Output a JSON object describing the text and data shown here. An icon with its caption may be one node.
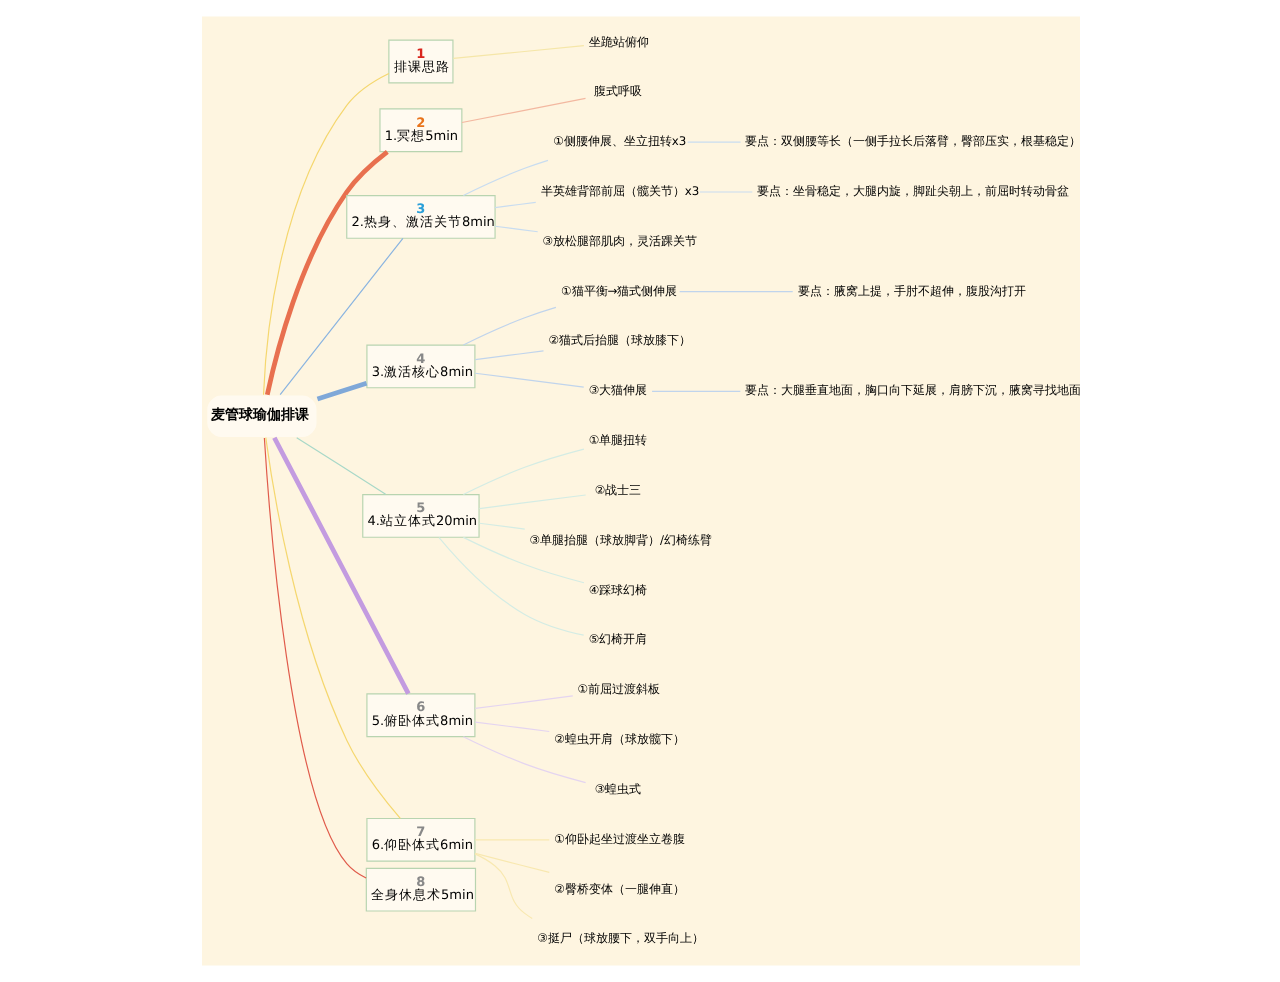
{
  "diagram": {
    "nodes": [
      {
        "text": [
          "麦管球瑜伽排课"
        ]
      },
      {
        "text": [
          "1",
          "排课思路"
        ]
      },
      {
        "text": [
          "坐跪站俯仰"
        ]
      },
      {
        "text": [
          "2",
          "1.冥想5min"
        ]
      },
      {
        "text": [
          "腹式呼吸"
        ]
      },
      {
        "text": [
          "3",
          "2.热身、激活关节8min"
        ]
      },
      {
        "text": [
          "①侧腰伸展、坐立扭转x3"
        ]
      },
      {
        "text": [
          "要点：双侧腰等长（一侧手拉长后落臂，臀部压实，根基稳定）"
        ]
      },
      {
        "text": [
          "半英雄背部前屈（髋关节）x3"
        ]
      },
      {
        "text": [
          "要点：坐骨稳定，大腿内旋，脚趾尖朝上，前屈时转动骨盆"
        ]
      },
      {
        "text": [
          "③放松腿部肌肉，灵活踝关节"
        ]
      },
      {
        "text": [
          "4",
          "3.激活核心8min"
        ]
      },
      {
        "text": [
          "①猫平衡→猫式侧伸展"
        ]
      },
      {
        "text": [
          "要点：腋窝上提，手肘不超伸，腹股沟打开"
        ]
      },
      {
        "text": [
          "②猫式后抬腿（球放膝下）"
        ]
      },
      {
        "text": [
          "③大猫伸展"
        ]
      },
      {
        "text": [
          "要点：大腿垂直地面，胸口向下延展，肩膀下沉，腋窝寻找地面"
        ]
      },
      {
        "text": [
          "5",
          "4.站立体式20min"
        ]
      },
      {
        "text": [
          "①单腿扭转"
        ]
      },
      {
        "text": [
          "②战士三"
        ]
      },
      {
        "text": [
          "③单腿抬腿（球放脚背）/幻椅练臂"
        ]
      },
      {
        "text": [
          "④踩球幻椅"
        ]
      },
      {
        "text": [
          "⑤幻椅开肩"
        ]
      },
      {
        "text": [
          "6",
          "5.俯卧体式8min"
        ]
      },
      {
        "text": [
          "①前屈过渡斜板"
        ]
      },
      {
        "text": [
          "②蝗虫开肩（球放髋下）"
        ]
      },
      {
        "text": [
          "③蝗虫式"
        ]
      },
      {
        "text": [
          "7",
          "6.仰卧体式6min"
        ]
      },
      {
        "text": [
          "①仰卧起坐过渡坐立卷腹"
        ]
      },
      {
        "text": [
          "②臀桥变体（一腿伸直）"
        ]
      },
      {
        "text": [
          "③挺尸（球放腰下，双手向上）"
        ]
      },
      {
        "text": [
          "8",
          "全身休息术5min"
        ]
      }
    ],
    "edges": [
      {
        "from": 0,
        "to": 1,
        "arrow": "none",
        "color": "#f5d76e"
      },
      {
        "from": 1,
        "to": 2,
        "arrow": "none",
        "color": "#f5e6a8"
      },
      {
        "from": 0,
        "to": 3,
        "arrow": "none",
        "style": "thick",
        "color": "#e8704f"
      },
      {
        "from": 3,
        "to": 4,
        "arrow": "none",
        "color": "#f3b8a0"
      },
      {
        "from": 0,
        "to": 5,
        "arrow": "none",
        "color": "#8ab4e0"
      },
      {
        "from": 5,
        "to": 6,
        "arrow": "none",
        "color": "#c8dcf0"
      },
      {
        "from": 6,
        "to": 7,
        "arrow": "none",
        "color": "#c8dcf0"
      },
      {
        "from": 5,
        "to": 8,
        "arrow": "none",
        "color": "#c8dcf0"
      },
      {
        "from": 8,
        "to": 9,
        "arrow": "none",
        "color": "#c8dcf0"
      },
      {
        "from": 5,
        "to": 10,
        "arrow": "none",
        "color": "#c8dcf0"
      },
      {
        "from": 0,
        "to": 11,
        "arrow": "none",
        "style": "thick",
        "color": "#7fa8d8"
      },
      {
        "from": 11,
        "to": 12,
        "arrow": "none",
        "color": "#c0d4ec"
      },
      {
        "from": 12,
        "to": 13,
        "arrow": "none",
        "color": "#c0d4ec"
      },
      {
        "from": 11,
        "to": 14,
        "arrow": "none",
        "color": "#c0d4ec"
      },
      {
        "from": 11,
        "to": 15,
        "arrow": "none",
        "color": "#c0d4ec"
      },
      {
        "from": 15,
        "to": 16,
        "arrow": "none",
        "color": "#c0d4ec"
      },
      {
        "from": 0,
        "to": 17,
        "arrow": "none",
        "color": "#a8d8c8"
      },
      {
        "from": 17,
        "to": 18,
        "arrow": "none",
        "color": "#d4ece4"
      },
      {
        "from": 17,
        "to": 19,
        "arrow": "none",
        "color": "#d4ece4"
      },
      {
        "from": 17,
        "to": 20,
        "arrow": "none",
        "color": "#d4ece4"
      },
      {
        "from": 17,
        "to": 21,
        "arrow": "none",
        "color": "#d4ece4"
      },
      {
        "from": 17,
        "to": 22,
        "arrow": "none",
        "color": "#d4ece4"
      },
      {
        "from": 0,
        "to": 23,
        "arrow": "none",
        "style": "thick",
        "color": "#c39be0"
      },
      {
        "from": 23,
        "to": 24,
        "arrow": "none",
        "color": "#e4d4f0"
      },
      {
        "from": 23,
        "to": 25,
        "arrow": "none",
        "color": "#e4d4f0"
      },
      {
        "from": 23,
        "to": 26,
        "arrow": "none",
        "color": "#e4d4f0"
      },
      {
        "from": 0,
        "to": 27,
        "arrow": "none",
        "color": "#f5d76e"
      },
      {
        "from": 27,
        "to": 28,
        "arrow": "none",
        "color": "#f8e8b0"
      },
      {
        "from": 27,
        "to": 29,
        "arrow": "none",
        "color": "#f8e8b0"
      },
      {
        "from": 27,
        "to": 30,
        "arrow": "none",
        "color": "#f8e8b0"
      },
      {
        "from": 0,
        "to": 31,
        "arrow": "none",
        "color": "#e05a4a"
      }
    ]
  }
}
